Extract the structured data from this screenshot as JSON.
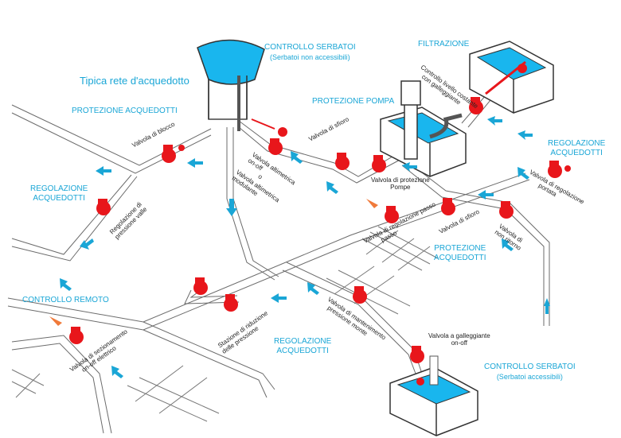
{
  "title": "Tipica rete d'acquedotto",
  "sections": {
    "controllo_serbatoi_top": {
      "title": "CONTROLLO SERBATOI",
      "sub": "(Serbatoi non accessibili)"
    },
    "filtrazione": "FILTRAZIONE",
    "protezione_pompa": "PROTEZIONE POMPA",
    "protezione_acquedotti_top": "PROTEZIONE ACQUEDOTTI",
    "regolazione_left": {
      "l1": "REGOLAZIONE",
      "l2": "ACQUEDOTTI"
    },
    "regolazione_right": {
      "l1": "REGOLAZIONE",
      "l2": "ACQUEDOTTI"
    },
    "protezione_acquedotti_mid": {
      "l1": "PROTEZIONE",
      "l2": "ACQUEDOTTI"
    },
    "controllo_remoto": "CONTROLLO REMOTO",
    "regolazione_bottom": {
      "l1": "REGOLAZIONE",
      "l2": "ACQUEDOTTI"
    },
    "controllo_serbatoi_bottom": {
      "title": "CONTROLLO SERBATOI",
      "sub": "(Serbatoi accessibili)"
    }
  },
  "valve_labels": {
    "blocco": "Valvola di blocco",
    "altimetrica_1": "Valvola altimetrica",
    "altimetrica_2": "on-off",
    "altimetrica_3": "o",
    "modulante_1": "Valvola altimetrica",
    "modulante_2": "modulante",
    "sfioro_top": "Valvola di sfioro",
    "livello_1": "Controllo livello costante",
    "livello_2": "con galleggiante",
    "protezione_pompe_1": "Valvola di protezione",
    "protezione_pompe_2": "Pompe",
    "regolazione_portata_1": "Valvola di regolazione",
    "regolazione_portata_2": "portata",
    "riduttore_valle_1": "Regolazione di",
    "riduttore_valle_2": "pressione valle",
    "regolazione_passo_1": "Valvola di regolazione passo",
    "regolazione_passo_2": "passo",
    "sfioro_mid": "Valvola di sfioro",
    "non_ritorno_1": "Valvola di",
    "non_ritorno_2": "non ritorno",
    "mantenimento_1": "Valvola di mantenimento",
    "mantenimento_2": "pressione monte",
    "riduzione_1": "Stazione di riduzione",
    "riduzione_2": "delle pressione",
    "sezionamento_1": "Valvola di sezionamento",
    "sezionamento_2": "on-off elettrico",
    "galleggiante_1": "Valvola a galleggiante",
    "galleggiante_2": "on-off"
  },
  "colors": {
    "water": "#19b6ee",
    "valve": "#e8161b",
    "label": "#1aa6d6",
    "pipe": "#6b6b6b"
  }
}
